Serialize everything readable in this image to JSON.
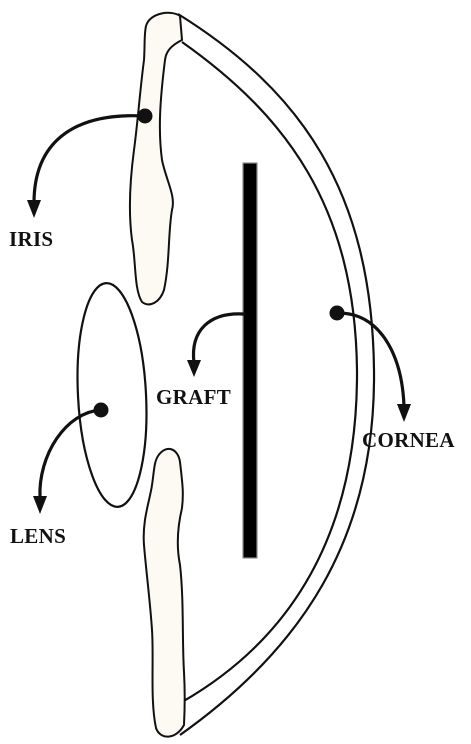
{
  "labels": {
    "iris": "IRIS",
    "lens": "LENS",
    "graft": "GRAFT",
    "cornea": "CORNEA"
  },
  "colors": {
    "line": "#111111",
    "iris_fill": "#fdfaf3",
    "graft": "#000000",
    "background": "#ffffff"
  }
}
